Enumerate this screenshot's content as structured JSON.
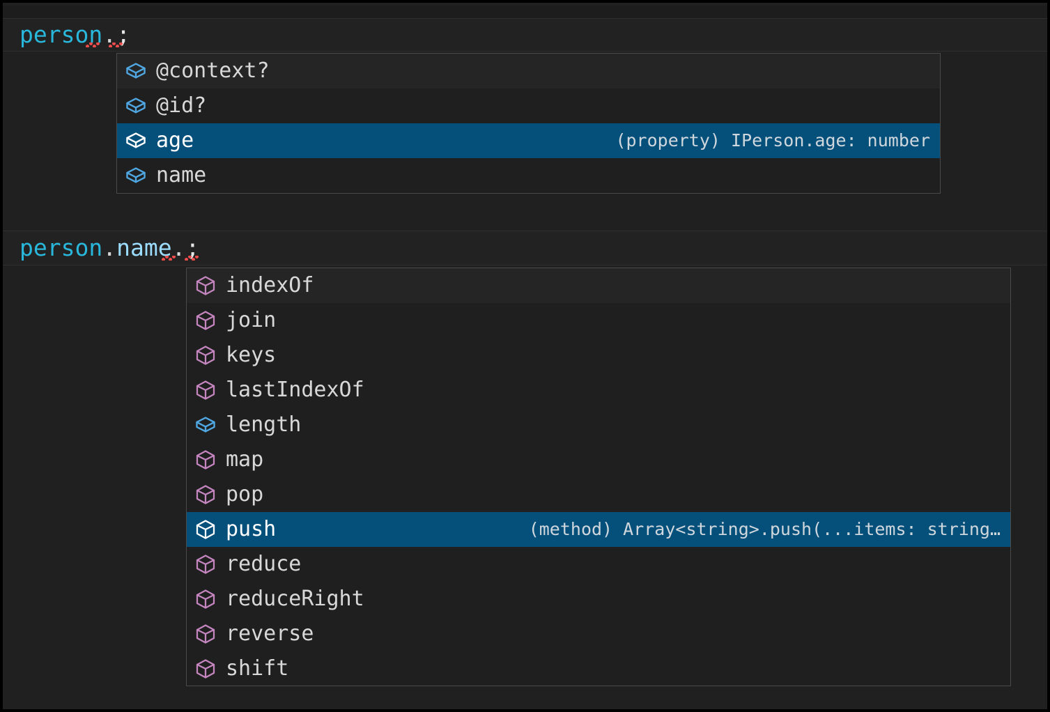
{
  "theme": {
    "editor_background": "#202020",
    "popup_background": "#1f1f1f",
    "popup_border": "#4a4a4a",
    "selection_background": "#04507b",
    "variable_color": "#29b8db",
    "property_color": "#9cdcfe",
    "punctuation_color": "#d4d4d4",
    "error_squiggle_color": "#f14c4c",
    "method_icon_color": "#c586c0",
    "property_icon_color": "#4fa6e0",
    "selected_icon_color": "#ffffff",
    "label_color": "#d8d8d8",
    "detail_color": "#cfd6dc"
  },
  "editor": {
    "lines": [
      {
        "id": "line-1",
        "tokens": [
          {
            "text": "person",
            "kind": "variable"
          },
          {
            "text": ".",
            "kind": "punctuation"
          },
          {
            "text": ";",
            "kind": "semicolon"
          }
        ],
        "full_text": "person.;"
      },
      {
        "id": "line-2",
        "tokens": [
          {
            "text": "person",
            "kind": "variable"
          },
          {
            "text": ".",
            "kind": "punctuation"
          },
          {
            "text": "name",
            "kind": "property"
          },
          {
            "text": ".",
            "kind": "punctuation"
          },
          {
            "text": ";",
            "kind": "semicolon"
          }
        ],
        "full_text": "person.name.;"
      }
    ]
  },
  "suggest_widgets": [
    {
      "id": "suggest-properties",
      "name": "intellisense-properties-popup",
      "selected_index": 2,
      "items": [
        {
          "label": "@context?",
          "icon": "property-cube-icon",
          "icon_kind": "property",
          "detail": ""
        },
        {
          "label": "@id?",
          "icon": "property-cube-icon",
          "icon_kind": "property",
          "detail": ""
        },
        {
          "label": "age",
          "icon": "property-cube-icon",
          "icon_kind": "property",
          "detail": "(property) IPerson.age: number"
        },
        {
          "label": "name",
          "icon": "property-cube-icon",
          "icon_kind": "property",
          "detail": ""
        }
      ]
    },
    {
      "id": "suggest-array",
      "name": "intellisense-array-members-popup",
      "selected_index": 7,
      "items": [
        {
          "label": "indexOf",
          "icon": "method-cube-icon",
          "icon_kind": "method",
          "detail": ""
        },
        {
          "label": "join",
          "icon": "method-cube-icon",
          "icon_kind": "method",
          "detail": ""
        },
        {
          "label": "keys",
          "icon": "method-cube-icon",
          "icon_kind": "method",
          "detail": ""
        },
        {
          "label": "lastIndexOf",
          "icon": "method-cube-icon",
          "icon_kind": "method",
          "detail": ""
        },
        {
          "label": "length",
          "icon": "property-cube-icon",
          "icon_kind": "property",
          "detail": ""
        },
        {
          "label": "map",
          "icon": "method-cube-icon",
          "icon_kind": "method",
          "detail": ""
        },
        {
          "label": "pop",
          "icon": "method-cube-icon",
          "icon_kind": "method",
          "detail": ""
        },
        {
          "label": "push",
          "icon": "method-cube-icon",
          "icon_kind": "method",
          "detail": "(method) Array<string>.push(...items: string…"
        },
        {
          "label": "reduce",
          "icon": "method-cube-icon",
          "icon_kind": "method",
          "detail": ""
        },
        {
          "label": "reduceRight",
          "icon": "method-cube-icon",
          "icon_kind": "method",
          "detail": ""
        },
        {
          "label": "reverse",
          "icon": "method-cube-icon",
          "icon_kind": "method",
          "detail": ""
        },
        {
          "label": "shift",
          "icon": "method-cube-icon",
          "icon_kind": "method",
          "detail": ""
        }
      ]
    }
  ]
}
